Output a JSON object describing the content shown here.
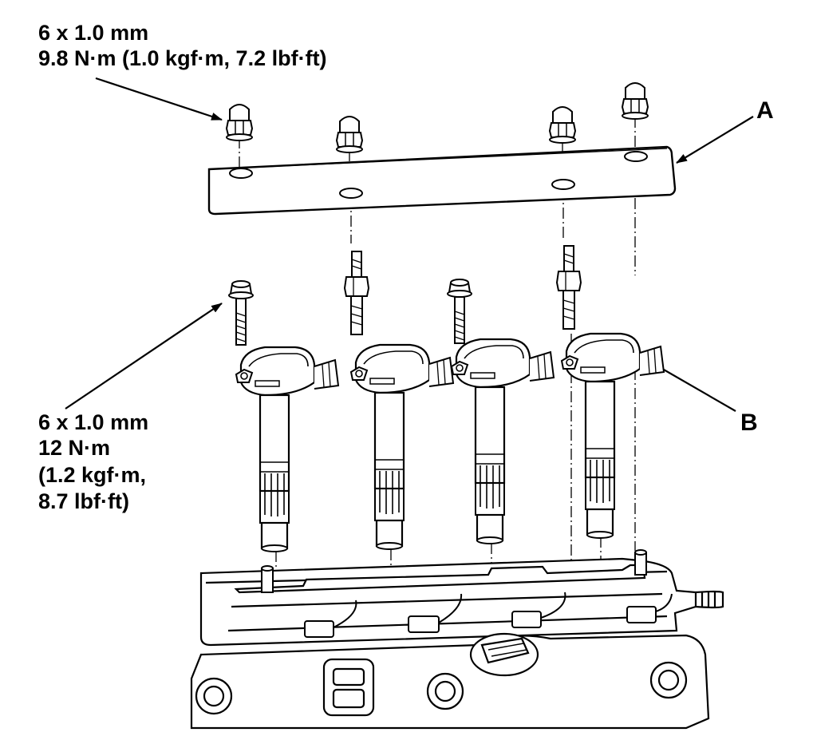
{
  "callouts": {
    "nut_spec": {
      "size": "6 x 1.0 mm",
      "torque": "9.8 N·m (1.0 kgf·m, 7.2 lbf·ft)"
    },
    "bolt_spec": {
      "size": "6 x 1.0 mm",
      "torque": "12 N·m",
      "torque_kgf": "(1.2 kgf·m,",
      "torque_lbf": "8.7 lbf·ft)"
    },
    "part_a": "A",
    "part_b": "B"
  },
  "colors": {
    "line": "#000000",
    "background": "#ffffff"
  }
}
